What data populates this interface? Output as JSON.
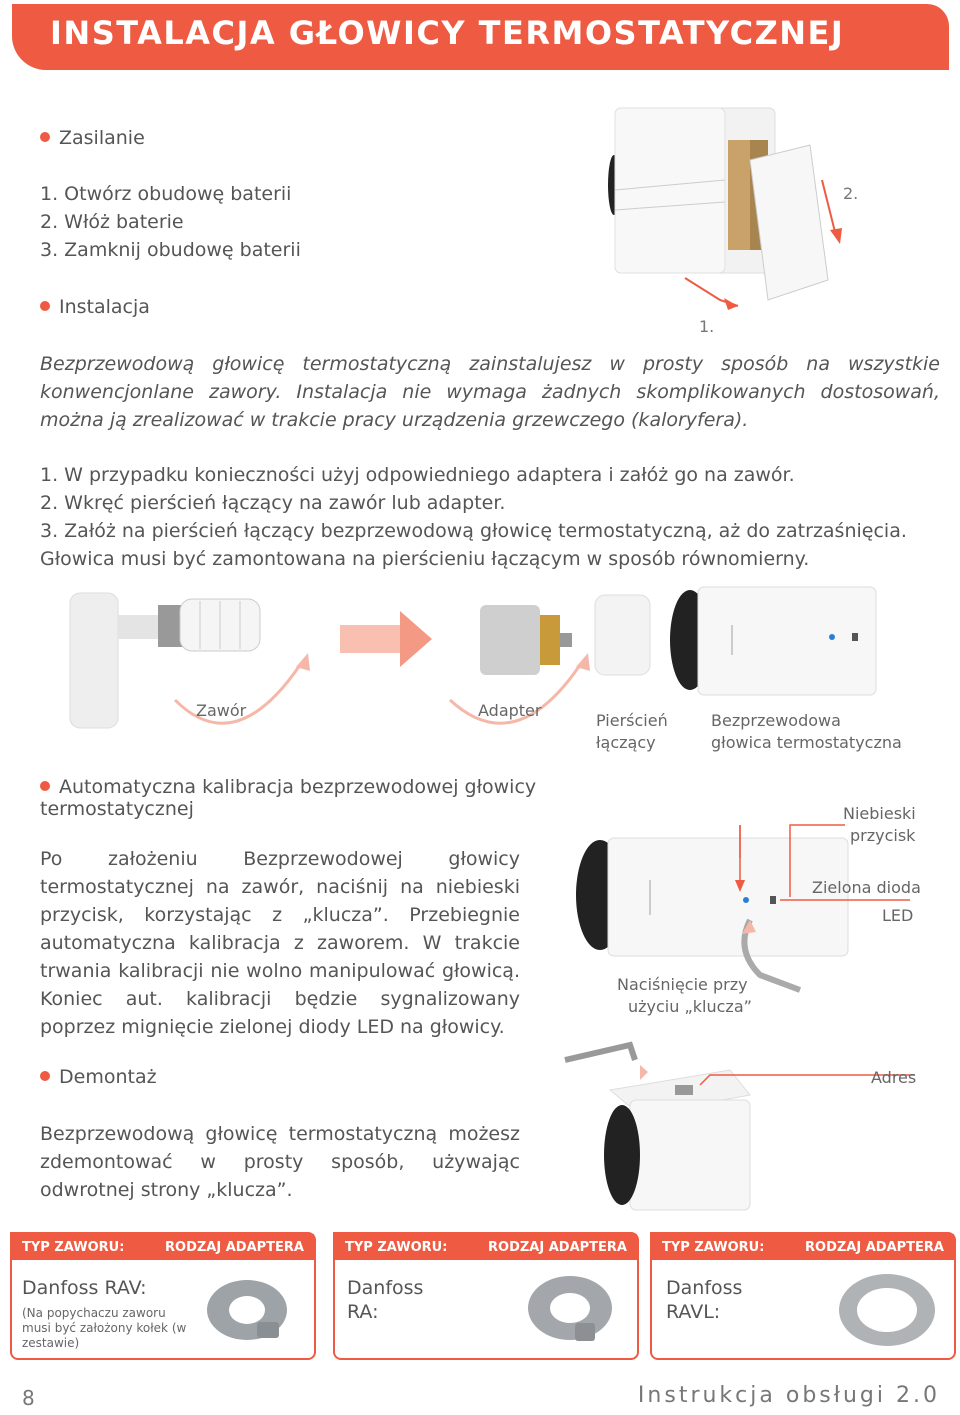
{
  "header": {
    "title": "INSTALACJA GŁOWICY TERMOSTATYCZNEJ"
  },
  "power": {
    "heading": "Zasilanie",
    "steps": [
      "1. Otwórz obudowę baterii",
      "2. Włóż baterie",
      "3. Zamknij obudowę baterii"
    ],
    "callout_1": "1.",
    "callout_2": "2."
  },
  "install": {
    "heading": "Instalacja",
    "intro": "Bezprzewodową głowicę termostatyczną zainstalujesz w prosty sposób na wszystkie konwencjonlane zawory. Instalacja nie wymaga żadnych skomplikowanych dostosowań, można ją zrealizować w trakcie pracy urządzenia grzewczego (kaloryfera).",
    "steps": [
      "1. W przypadku konieczności użyj odpowiedniego adaptera i załóż go na zawór.",
      "2. Wkręć pierścień łączący na zawór lub adapter.",
      "3. Załóż na pierścień łączący bezprzewodową głowicę termostatyczną, aż do zatrzaśnięcia. Głowica musi być zamontowana na pierścieniu łączącym w sposób równomierny."
    ],
    "labels": {
      "valve": "Zawór",
      "adapter": "Adapter",
      "ring_1": "Pierścień",
      "ring_2": "łączący",
      "head_1": "Bezprzewodowa",
      "head_2": "głowica termostatyczna"
    }
  },
  "calibration": {
    "heading_1": "Automatyczna kalibracja bezprzewodowej głowicy",
    "heading_2": "termostatycznej",
    "body": "Po założeniu Bezprzewodowej głowicy termostatycznej na zawór, naciśnij na niebieski przycisk, korzystając z „klucza”. Przebiegnie automatyczna kalibracja z zaworem. W trakcie trwania kalibracji nie wolno manipulować głowicą. Koniec aut. kalibracji będzie sygnalizowany poprzez mignięcie zielonej diody LED na głowicy.",
    "labels": {
      "blue_1": "Niebieski",
      "blue_2": "przycisk",
      "led_1": "Zielona dioda",
      "led_2": "LED",
      "press_1": "Naciśnięcie przy",
      "press_2": "użyciu „klucza”"
    }
  },
  "removal": {
    "heading": "Demontaż",
    "body": "Bezprzewodową głowicę termostatyczną możesz zdemontować w prosty sposób, używając odwrotnej strony „klucza”.",
    "address_label": "Adres"
  },
  "tables": [
    {
      "col1": "TYP ZAWORU:",
      "col2": "RODZAJ ADAPTERA",
      "name_1": "Danfoss RAV:",
      "name_2": "",
      "note": "(Na popychaczu zaworu musi być założony kołek (w zestawie)"
    },
    {
      "col1": "TYP ZAWORU:",
      "col2": "RODZAJ ADAPTERA",
      "name_1": "Danfoss",
      "name_2": "RA:",
      "note": ""
    },
    {
      "col1": "TYP ZAWORU:",
      "col2": "RODZAJ ADAPTERA",
      "name_1": "Danfoss",
      "name_2": "RAVL:",
      "note": ""
    }
  ],
  "footer": {
    "page": "8",
    "title": "Instrukcja obsługi 2.0"
  },
  "colors": {
    "accent": "#ee5b42",
    "button_blue": "#2a7fd4"
  }
}
